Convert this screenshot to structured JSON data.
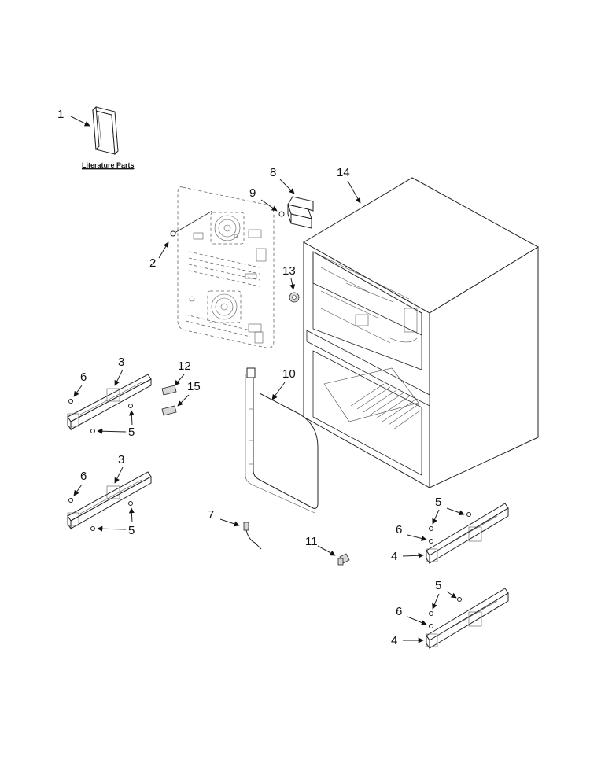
{
  "diagram": {
    "literature_label": "Literature Parts",
    "callouts": {
      "c1": "1",
      "c2": "2",
      "c3a": "3",
      "c3b": "3",
      "c4a": "4",
      "c4b": "4",
      "c5a": "5",
      "c5b": "5",
      "c5c": "5",
      "c5d": "5",
      "c6a": "6",
      "c6b": "6",
      "c6c": "6",
      "c6d": "6",
      "c7": "7",
      "c8": "8",
      "c9": "9",
      "c10": "10",
      "c11": "11",
      "c12": "12",
      "c13": "13",
      "c14": "14",
      "c15": "15"
    }
  }
}
